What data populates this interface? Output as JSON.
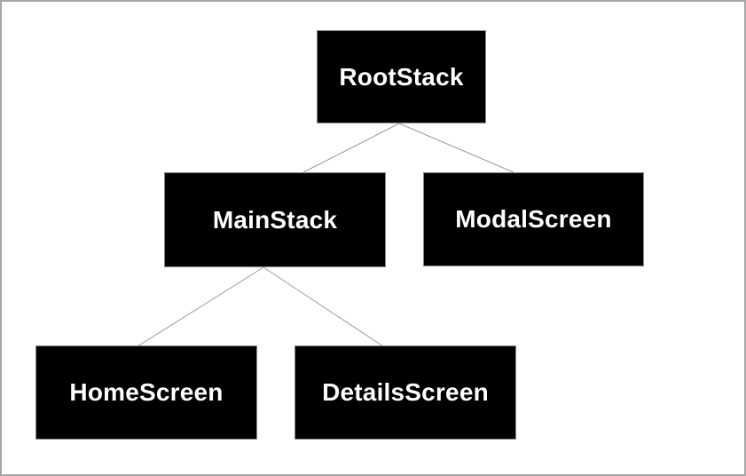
{
  "diagram": {
    "type": "navigation-tree",
    "nodes": {
      "rootstack": {
        "label": "RootStack"
      },
      "mainstack": {
        "label": "MainStack"
      },
      "modalscreen": {
        "label": "ModalScreen"
      },
      "homescreen": {
        "label": "HomeScreen"
      },
      "detailsscreen": {
        "label": "DetailsScreen"
      }
    },
    "edges": [
      {
        "from": "RootStack",
        "to": "MainStack"
      },
      {
        "from": "RootStack",
        "to": "ModalScreen"
      },
      {
        "from": "MainStack",
        "to": "HomeScreen"
      },
      {
        "from": "MainStack",
        "to": "DetailsScreen"
      }
    ],
    "colors": {
      "node_fill": "#000000",
      "node_border": "#878787",
      "node_text": "#ffffff",
      "edge_line": "#999999",
      "canvas_background": "#ffffff",
      "canvas_border": "#a6a6a6"
    }
  }
}
